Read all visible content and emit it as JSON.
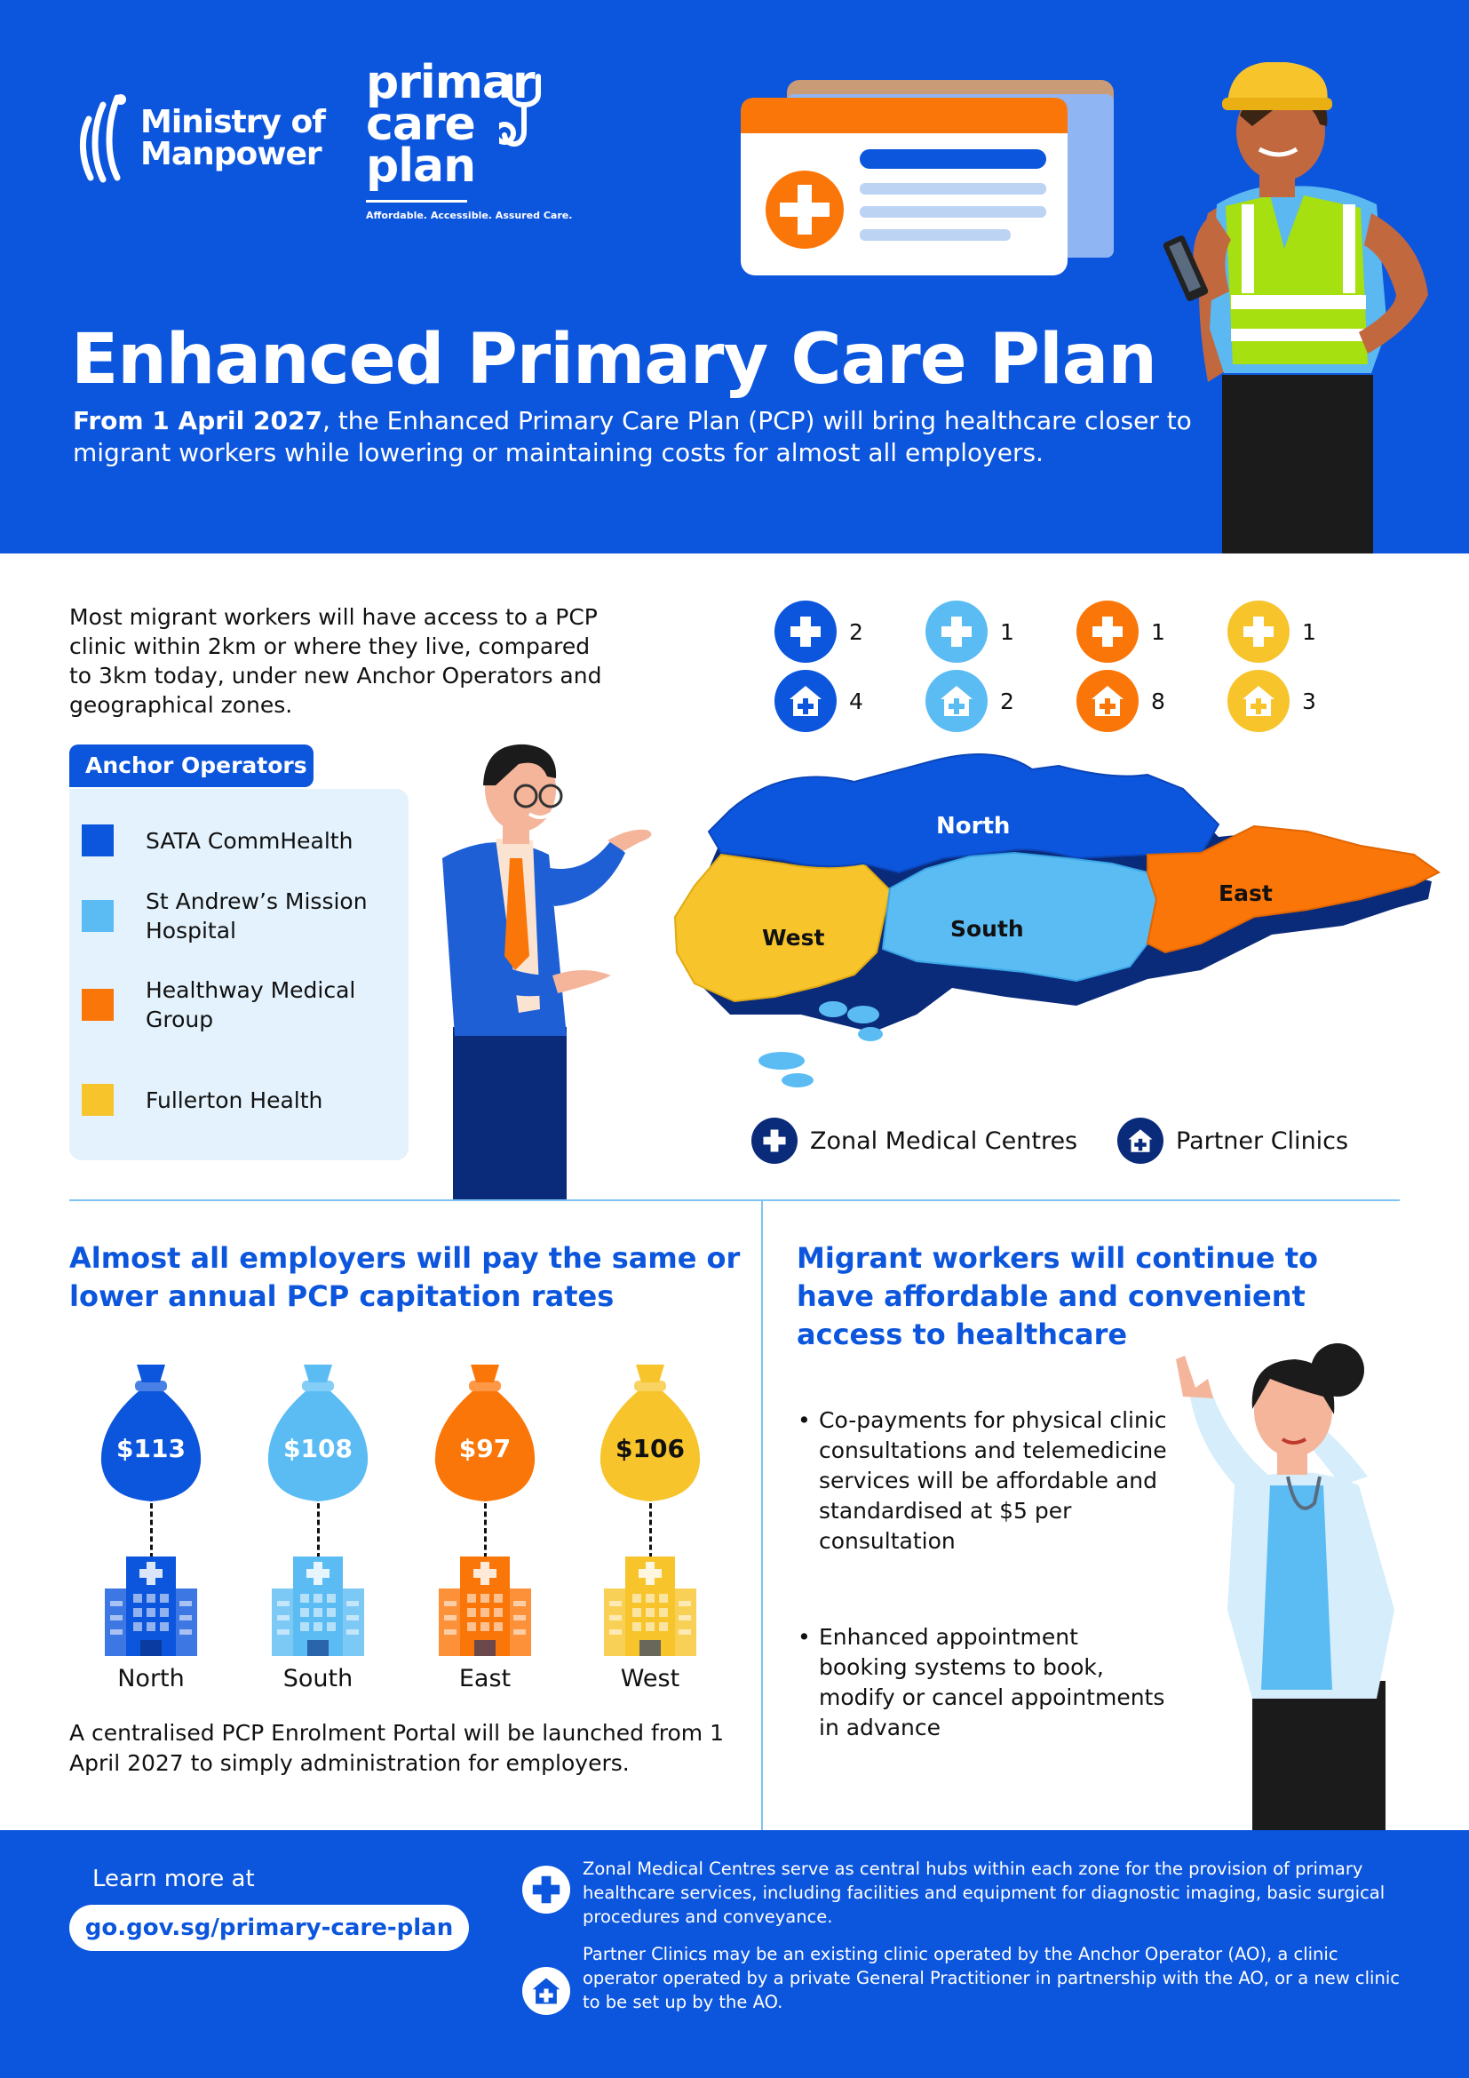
{
  "header": {
    "mom_logo_line1": "Ministry of",
    "mom_logo_line2": "Manpower",
    "pcp_logo_line1": "primar",
    "pcp_logo_line2": "care",
    "pcp_logo_line3": "plan",
    "pcp_tagline": "Affordable. Accessible. Assured Care.",
    "title": "Enhanced Primary Care Plan",
    "subtitle_bold": "From 1 April 2027",
    "subtitle_rest": ", the Enhanced Primary Care Plan (PCP) will bring healthcare closer to migrant workers while lowering or maintaining costs for almost all employers."
  },
  "intro": {
    "text": "Most migrant workers will have access to a PCP clinic within 2km or where they live, compared to 3km today, under new Anchor Operators and geographical zones."
  },
  "anchor_operators": {
    "heading": "Anchor Operators",
    "items": [
      {
        "name": "SATA CommHealth",
        "color": "#0c55dd"
      },
      {
        "name": "St Andrew’s Mission Hospital",
        "color": "#5bbcf4"
      },
      {
        "name": "Healthway Medical Group",
        "color": "#fb7608"
      },
      {
        "name": "Fullerton Health",
        "color": "#f7c42c"
      }
    ]
  },
  "zone_counts": [
    {
      "color": "#0c55dd",
      "zonal_centres": "2",
      "partner_clinics": "4"
    },
    {
      "color": "#5bbcf4",
      "zonal_centres": "1",
      "partner_clinics": "2"
    },
    {
      "color": "#fb7608",
      "zonal_centres": "1",
      "partner_clinics": "8"
    },
    {
      "color": "#f7c42c",
      "zonal_centres": "1",
      "partner_clinics": "3"
    }
  ],
  "map": {
    "zones": {
      "north": "North",
      "south": "South",
      "east": "East",
      "west": "West"
    },
    "legend_zonal": "Zonal Medical Centres",
    "legend_partner": "Partner Clinics"
  },
  "capitation": {
    "title": "Almost all employers will pay the same or lower annual PCP capitation rates",
    "rates": [
      {
        "amount": "$113",
        "zone": "North",
        "color": "#0c55dd"
      },
      {
        "amount": "$108",
        "zone": "South",
        "color": "#5bbcf4"
      },
      {
        "amount": "$97",
        "zone": "East",
        "color": "#fb7608"
      },
      {
        "amount": "$106",
        "zone": "West",
        "color": "#f7c42c"
      }
    ],
    "portal_note": "A centralised PCP Enrolment Portal will be launched from 1 April 2027 to simply administration for employers."
  },
  "access": {
    "title": "Migrant workers will continue to have affordable and convenient access to healthcare",
    "bullets": [
      "Co-payments for physical clinic consultations and telemedicine services will be affordable and standardised at $5 per consultation",
      "Enhanced appointment booking systems to book, modify or cancel appointments in advance"
    ]
  },
  "footer": {
    "learn_more": "Learn more at",
    "url": "go.gov.sg/primary-care-plan",
    "zonal_note": "Zonal Medical Centres serve as central hubs within each zone for the provision of primary healthcare services, including facilities and equipment for diagnostic imaging, basic surgical procedures and conveyance.",
    "partner_note": "Partner Clinics may be an existing clinic operated by the Anchor Operator (AO), a clinic operator operated by a private General Practitioner in partnership with the AO, or a new clinic to be set up by the AO."
  }
}
